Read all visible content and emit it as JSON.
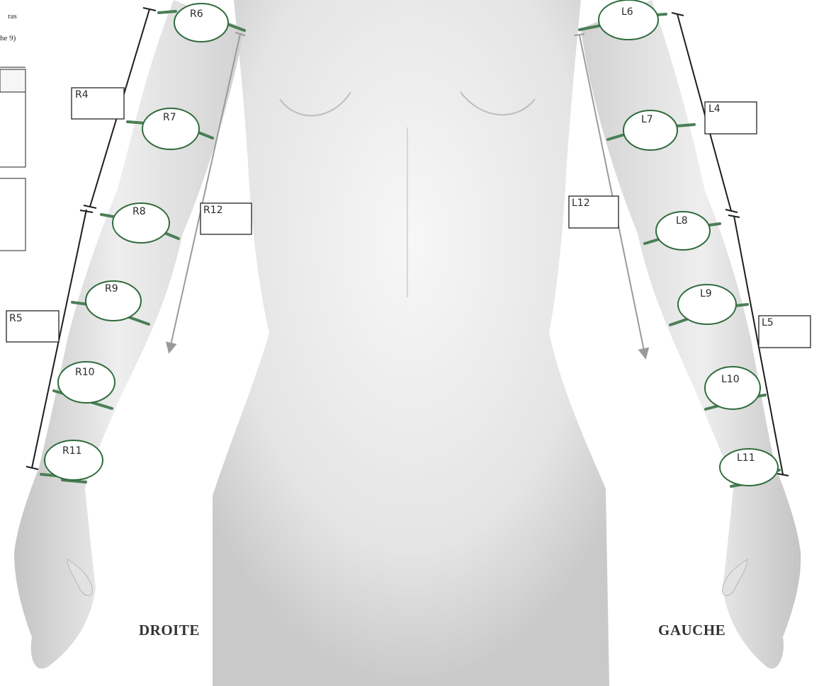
{
  "page_fragments": {
    "line1": "ras",
    "line2": "he 9)"
  },
  "side_labels": {
    "right": "DROITE",
    "left": "GAUCHE"
  },
  "circumference_points": {
    "right": [
      "R6",
      "R7",
      "R8",
      "R9",
      "R10",
      "R11"
    ],
    "left": [
      "L6",
      "L7",
      "L8",
      "L9",
      "L10",
      "L11"
    ]
  },
  "length_boxes": {
    "right_upper_arm": "R4",
    "right_forearm": "R5",
    "right_total_arm": "R12",
    "left_upper_arm": "L4",
    "left_forearm": "L5",
    "left_total_arm": "L12"
  },
  "colors": {
    "ring_stroke": "#2f6b3c",
    "band": "#4a7f56",
    "length_bar": "#1d1d1d",
    "total_arrow": "#9a9a9a"
  }
}
